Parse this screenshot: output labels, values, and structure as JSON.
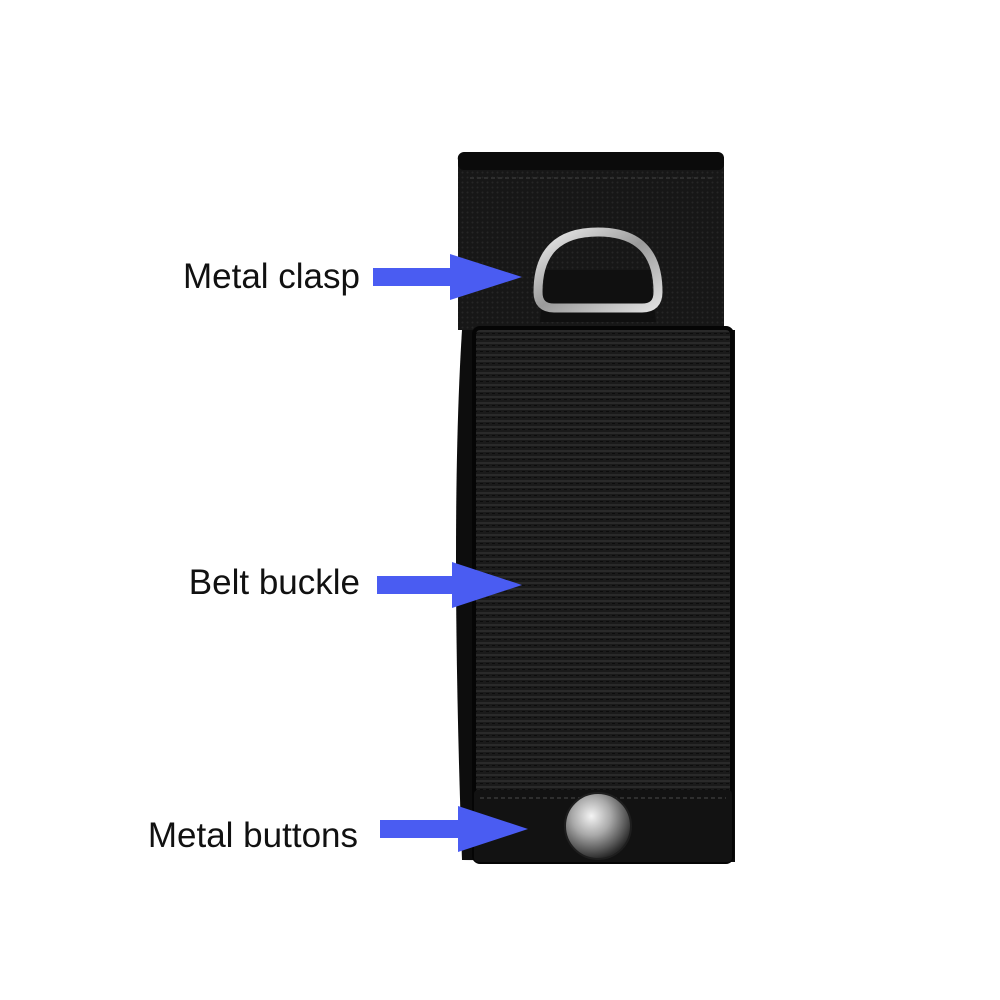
{
  "background": "#ffffff",
  "arrow_color": "#4a5cf2",
  "pouch_color": "#141414",
  "annotations": [
    {
      "id": "metal-clasp",
      "text": "Metal clasp"
    },
    {
      "id": "belt-buckle",
      "text": "Belt buckle"
    },
    {
      "id": "metal-buttons",
      "text": "Metal buttons"
    }
  ]
}
